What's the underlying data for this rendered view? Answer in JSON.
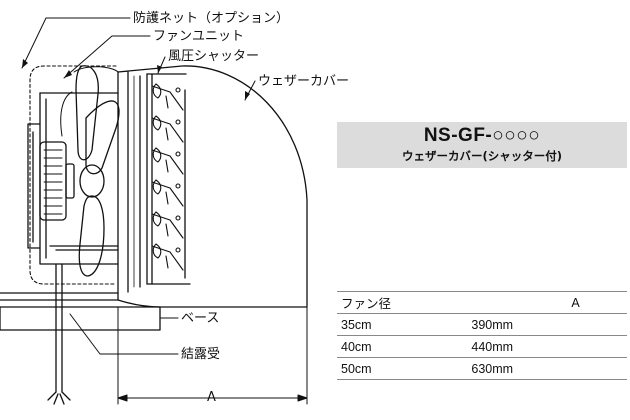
{
  "labels": {
    "net": "防護ネット（オプション）",
    "fan_unit": "ファンユニット",
    "shutter": "風圧シャッター",
    "cover": "ウェザーカバー",
    "base": "ベース",
    "drip": "結露受",
    "dimension": "A"
  },
  "title": {
    "model": "NS-GF-○○○○",
    "subtitle": "ウェザーカバー(シャッター付)"
  },
  "table": {
    "headers": [
      "ファン径",
      "A"
    ],
    "rows": [
      [
        "35cm",
        "390mm"
      ],
      [
        "40cm",
        "440mm"
      ],
      [
        "50cm",
        "630mm"
      ]
    ]
  }
}
